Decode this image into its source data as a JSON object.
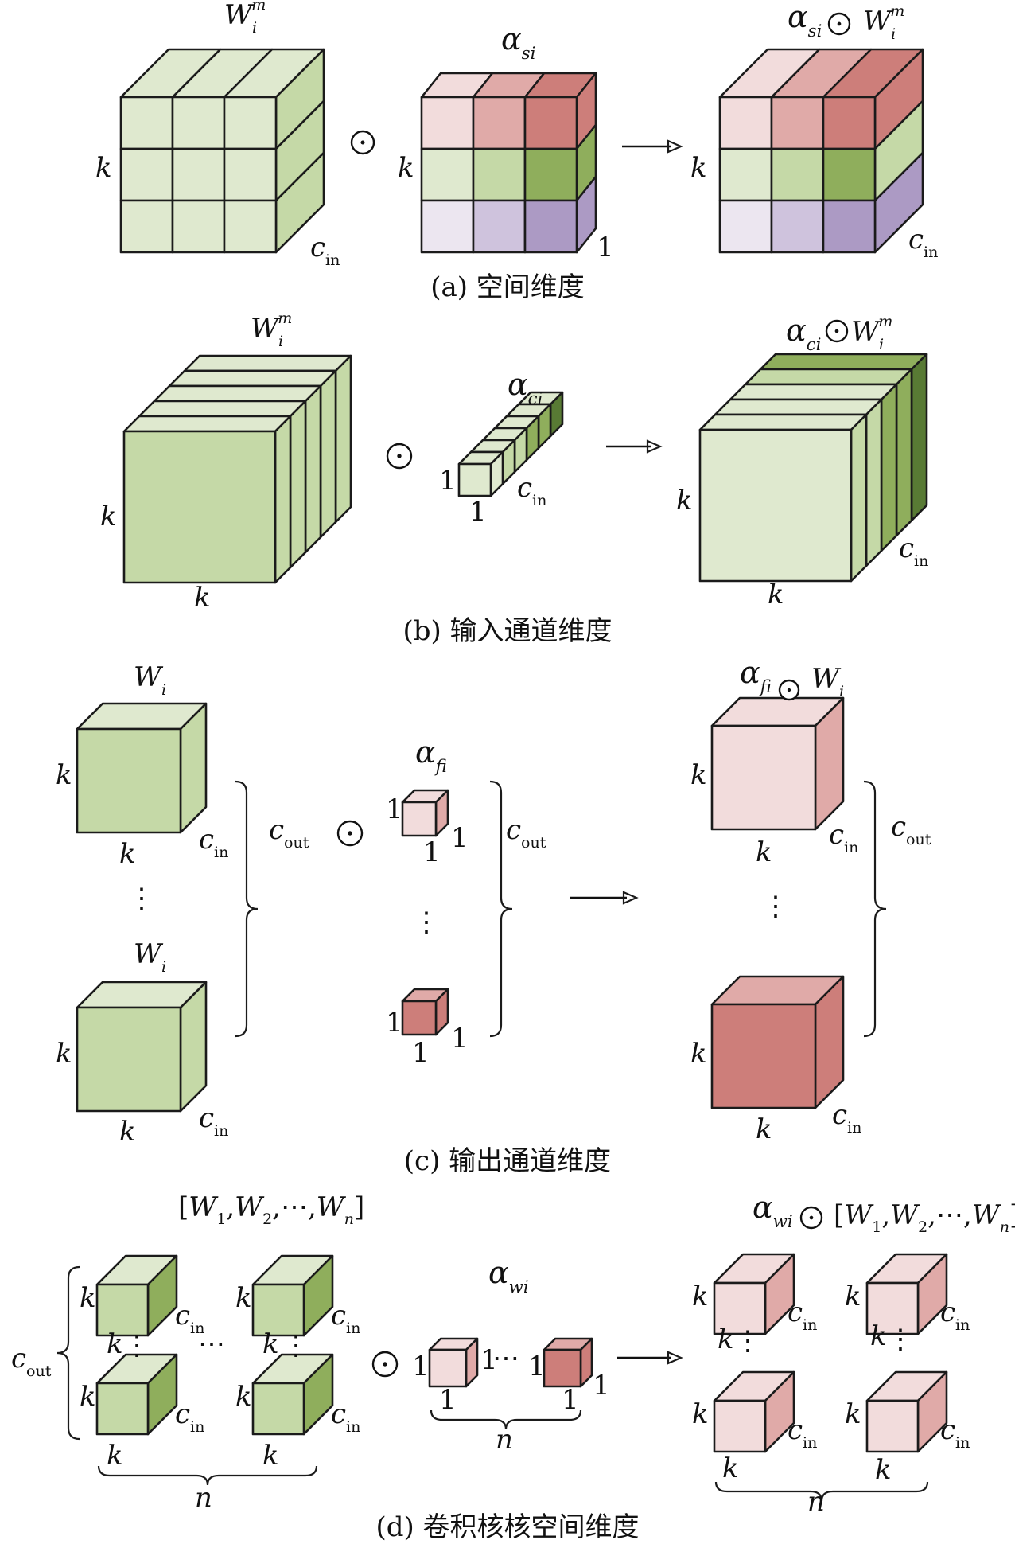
{
  "captions": {
    "a": "(a) 空间维度",
    "b": "(b) 输入通道维度",
    "c": "(c) 输出通道维度",
    "d": "(d) 卷积核核空间维度"
  },
  "symbols": {
    "k": "k",
    "W": "W",
    "i": "i",
    "m": "m",
    "c": "c",
    "in": "in",
    "out": "out",
    "n": "n",
    "one": "1",
    "alpha": "α",
    "si": "si",
    "ci": "ci",
    "fi": "fi",
    "wi": "wi",
    "odot": "⊙",
    "arrow": "→",
    "vdots": "⋮",
    "hdots": "⋯",
    "cdots": "⋯",
    "lbr": "[",
    "rbr": "]",
    "comma": ",",
    "W1": "1",
    "W2": "2",
    "Wn": "n"
  },
  "colors": {
    "green_light": "#dfe9cf",
    "green_mid": "#c5d9a7",
    "green_dark": "#8fae5c",
    "green_deep": "#587a34",
    "pink_light": "#f2dcdc",
    "pink_mid": "#e0aaa8",
    "pink_dark": "#cd7e7a",
    "purple_light": "#ece6f0",
    "purple_mid": "#cfc3dd",
    "purple_dark": "#ac9ac4",
    "line": "#1b1b1b"
  }
}
